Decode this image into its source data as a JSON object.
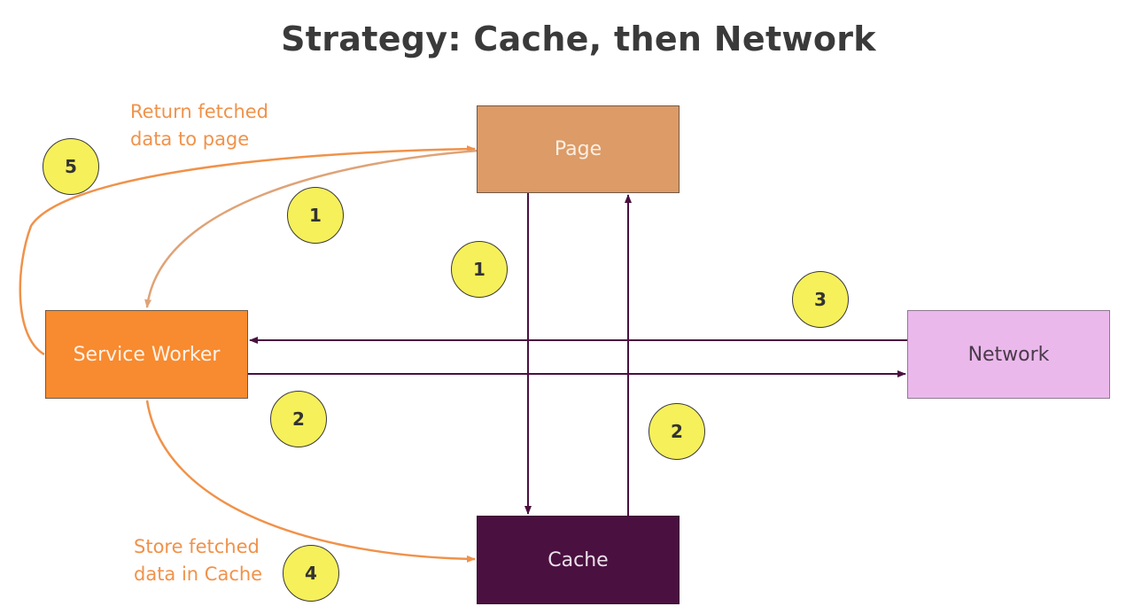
{
  "title": "Strategy: Cache, then Network",
  "nodes": {
    "page": "Page",
    "service_worker": "Service Worker",
    "network": "Network",
    "cache": "Cache"
  },
  "badges": {
    "sw_to_page": "5",
    "page_to_sw": "1",
    "page_to_cache": "1",
    "network_to_sw": "3",
    "sw_to_network": "2",
    "cache_to_page": "2",
    "sw_to_cache": "4"
  },
  "notes": {
    "return_line1": "Return fetched",
    "return_line2": "data to page",
    "store_line1": "Store fetched",
    "store_line2": "data in Cache"
  },
  "colors": {
    "orange_arrow": "#f0924a",
    "light_orange_arrow": "#dfa377",
    "purple_arrow": "#4a1040",
    "badge_fill": "#f6f05a"
  }
}
